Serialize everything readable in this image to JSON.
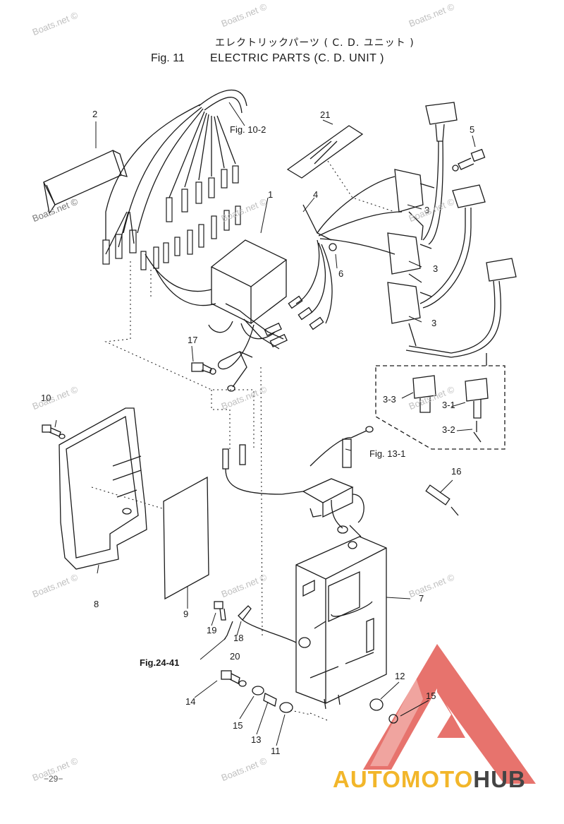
{
  "header": {
    "title_jp": "エレクトリックパーツ ( C. D. ユニット )",
    "fig_number": "Fig. 11",
    "fig_title": "ELECTRIC PARTS (C. D. UNIT )"
  },
  "callouts": {
    "c1": "1",
    "c2": "2",
    "c3a": "3",
    "c3b": "3",
    "c3c": "3",
    "c4": "4",
    "c5": "5",
    "c6": "6",
    "c7": "7",
    "c8": "8",
    "c9": "9",
    "c10": "10",
    "c11": "11",
    "c12": "12",
    "c13": "13",
    "c14": "14",
    "c15a": "15",
    "c15b": "15",
    "c16": "16",
    "c17": "17",
    "c18": "18",
    "c19": "19",
    "c20": "20",
    "c21": "21",
    "c3_1": "3-1",
    "c3_2": "3-2",
    "c3_3": "3-3",
    "ref_fig10_2": "Fig. 10-2",
    "ref_fig13_1": "Fig. 13-1",
    "ref_fig24_41": "Fig.24-41"
  },
  "watermark": "Boats.net ©",
  "footer": {
    "page_number": "−29−"
  },
  "brand": {
    "part1": "AUTOMOTO",
    "part2": "HUB",
    "color_yellow": "#f2b62a",
    "color_dark": "#444444",
    "triangle_color": "#e0453d"
  }
}
